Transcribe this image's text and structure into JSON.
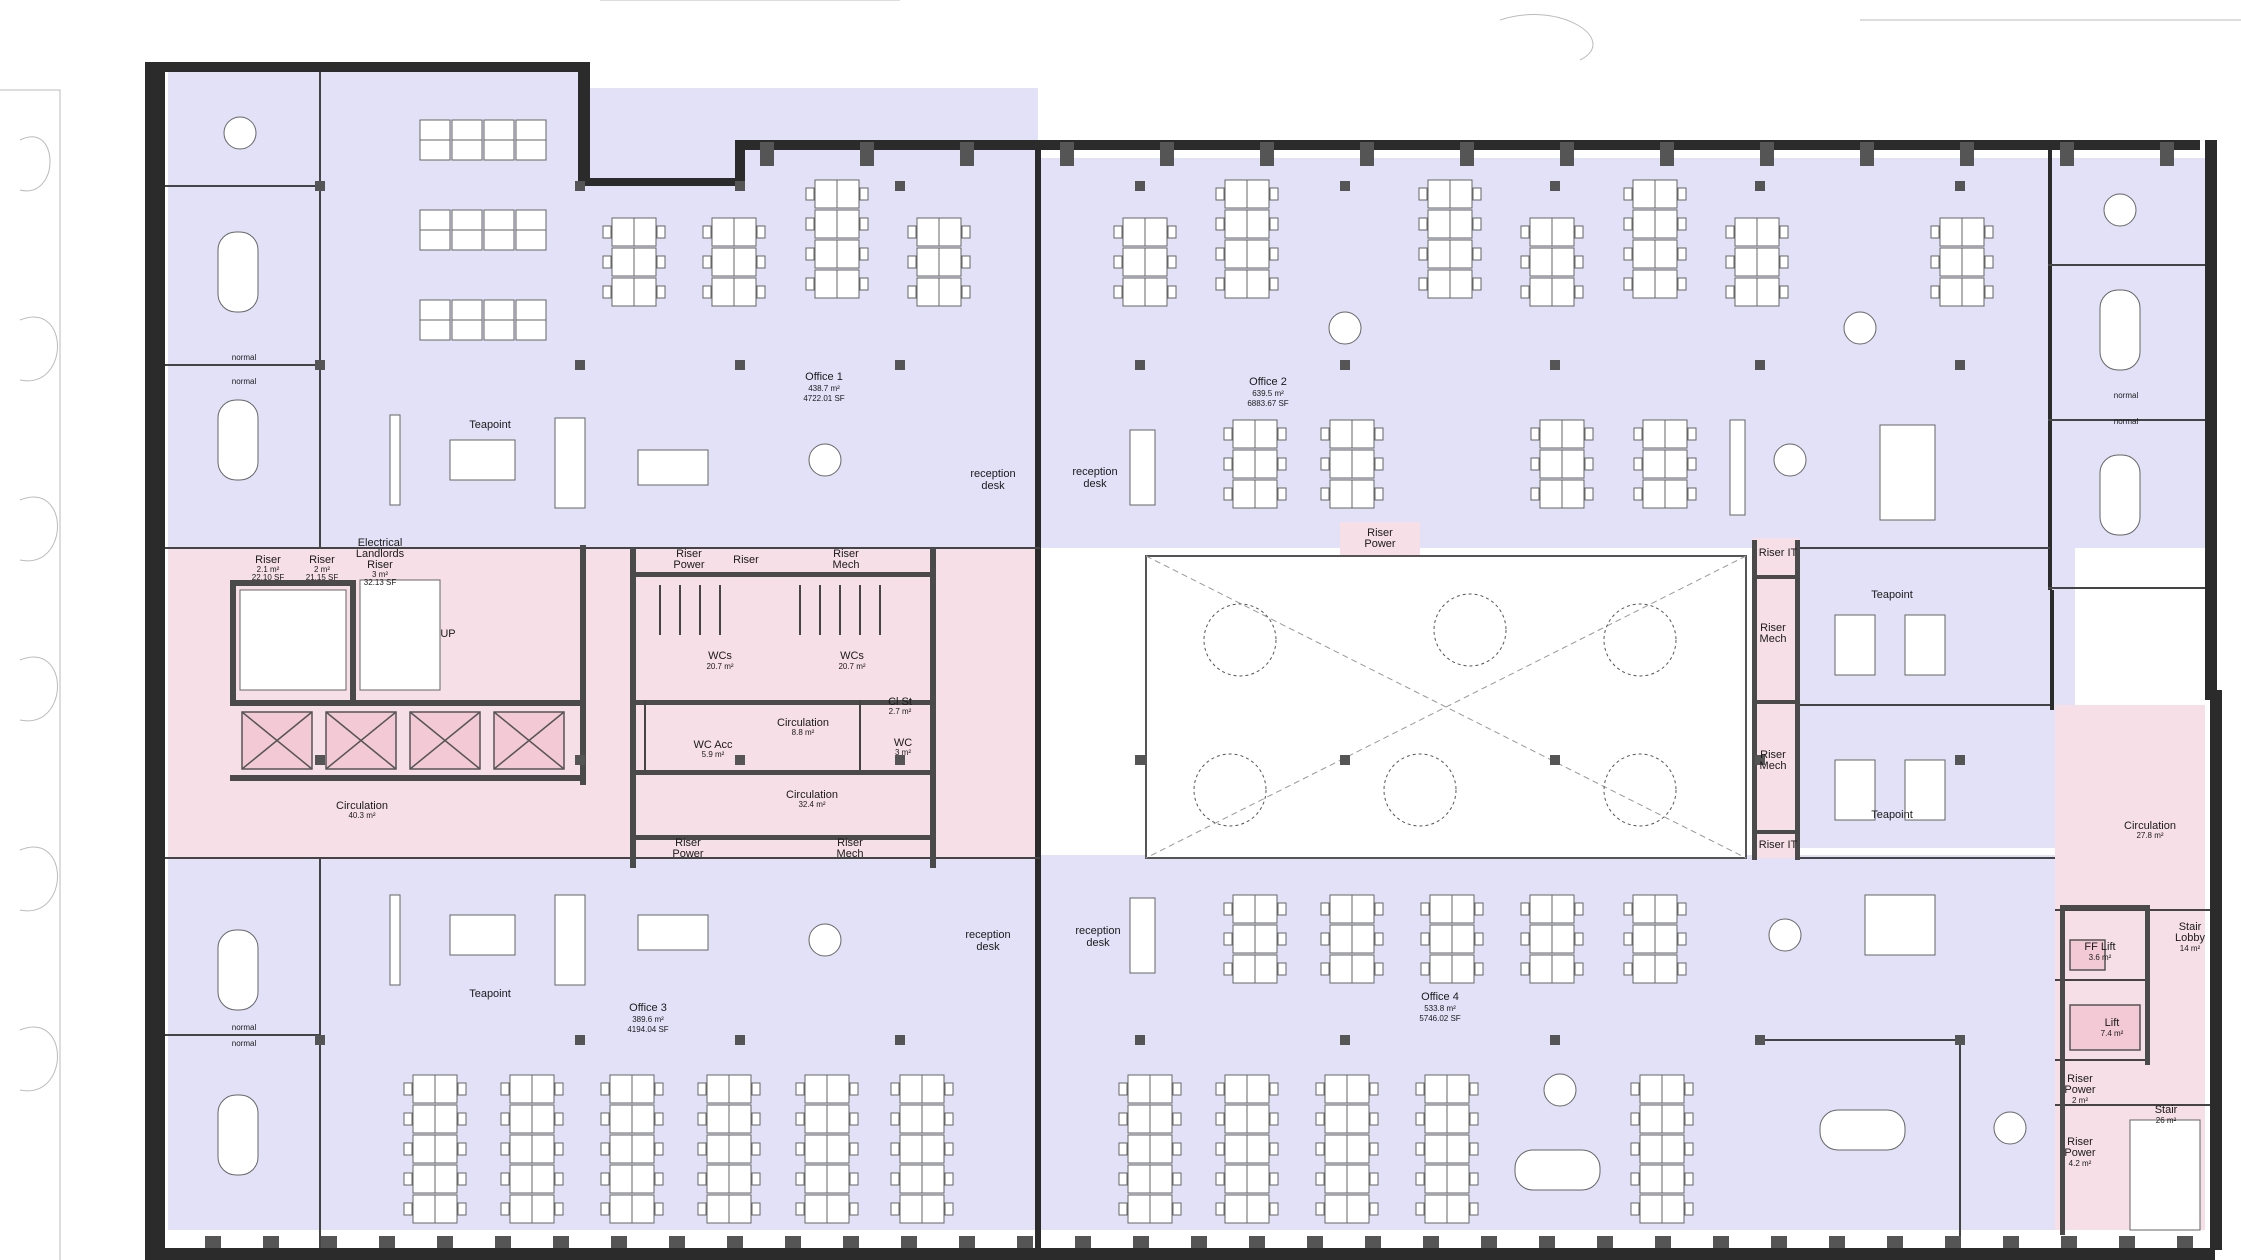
{
  "colors": {
    "office_zone": "#e3e1f8",
    "core_zone": "#f6dfe6",
    "wall": "#2b2b2b",
    "atrium": "#ffffff",
    "line": "#555555"
  },
  "rooms": {
    "office1": {
      "name": "Office 1",
      "area_m2": "438.7 m²",
      "area_sf": "4722.01 SF"
    },
    "office2": {
      "name": "Office 2",
      "area_m2": "639.5 m²",
      "area_sf": "6883.67 SF"
    },
    "office3": {
      "name": "Office 3",
      "area_m2": "389.6 m²",
      "area_sf": "4194.04 SF"
    },
    "office4": {
      "name": "Office 4",
      "area_m2": "533.8 m²",
      "area_sf": "5746.02 SF"
    },
    "teapoint": "Teapoint",
    "reception": [
      "reception",
      "desk"
    ],
    "riser1": {
      "name": "Riser",
      "area_m2": "2.1 m²",
      "area_sf": "22.10 SF"
    },
    "riser2": {
      "name": "Riser",
      "area_m2": "2 m²",
      "area_sf": "21.15 SF"
    },
    "landlords_riser": [
      "Electrical",
      "Landlords",
      "Riser",
      "3 m²",
      "32.13 SF"
    ],
    "riser_power": [
      "Riser",
      "Power"
    ],
    "riser_mech": [
      "Riser",
      "Mech"
    ],
    "riser_it": "Riser IT",
    "riser_short": "Riser",
    "wcs_left": {
      "name": "WCs",
      "area": "20.7 m²"
    },
    "wcs_right": {
      "name": "WCs",
      "area": "20.7 m²"
    },
    "wc_acc": {
      "name": "WC Acc",
      "area": "5.9 m²"
    },
    "wc": {
      "name": "WC",
      "area": "3 m²"
    },
    "cl_st": {
      "name": "Cl St",
      "area": "2.7 m²"
    },
    "circulation_small": {
      "name": "Circulation",
      "area": "8.8 m²"
    },
    "circulation_mid": {
      "name": "Circulation",
      "area": "32.4 m²"
    },
    "circulation_left": {
      "name": "Circulation",
      "area": "40.3 m²"
    },
    "circulation_right": {
      "name": "Circulation",
      "area": "27.8 m²"
    },
    "ff_lift": {
      "name": "FF Lift",
      "area": "3.6 m²"
    },
    "lift": {
      "name": "Lift",
      "area": "7.4 m²"
    },
    "stair_lobby": {
      "line1": "Stair",
      "line2": "Lobby",
      "area": "14 m²"
    },
    "stair": {
      "name": "Stair",
      "area": "26 m²"
    },
    "riser_power_2": {
      "area": "2 m²"
    },
    "riser_power_4": {
      "area": "4.2 m²"
    },
    "up": "UP",
    "door_tag": "normal"
  }
}
